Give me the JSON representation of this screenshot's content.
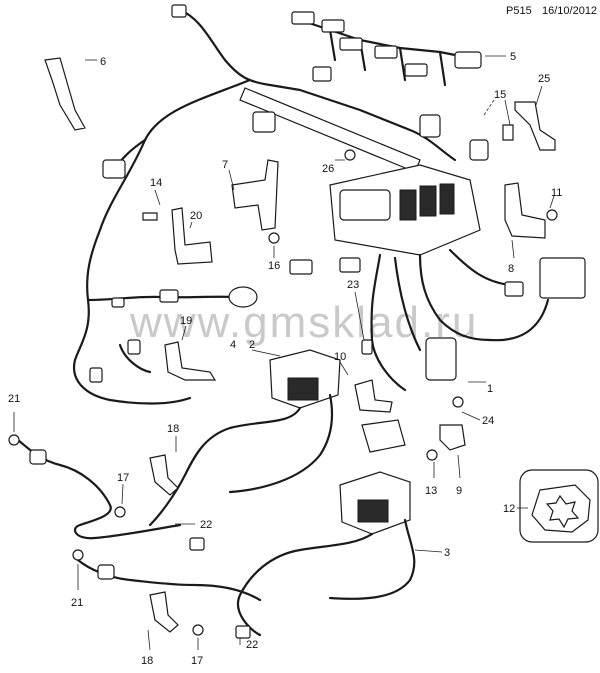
{
  "header": {
    "code": "P515",
    "date": "16/10/2012"
  },
  "watermark": "www.gmsklad.ru",
  "callouts": [
    "1",
    "2",
    "3",
    "4",
    "5",
    "6",
    "7",
    "8",
    "9",
    "10",
    "11",
    "12",
    "13",
    "14",
    "15",
    "16",
    "17",
    "18",
    "19",
    "20",
    "21",
    "22",
    "23",
    "24",
    "25",
    "26"
  ],
  "colors": {
    "line": "#1a1a1a",
    "watermark": "#c9c9c9",
    "background": "#ffffff"
  }
}
